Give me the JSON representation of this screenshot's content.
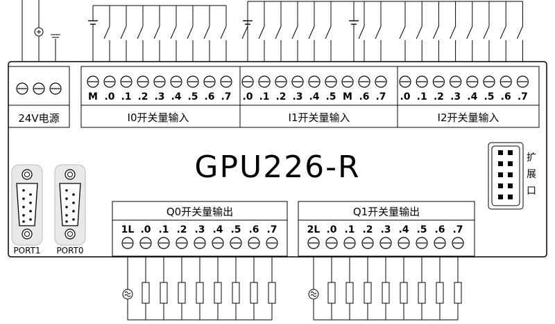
{
  "device": {
    "model": "GPU226-R"
  },
  "power": {
    "label": "24V电源",
    "terminals": 3
  },
  "input_groups": [
    {
      "name": "I0开关量输入",
      "terminals": [
        "M",
        ".0",
        ".1",
        ".2",
        ".3",
        ".4",
        ".5",
        ".6",
        ".7"
      ]
    },
    {
      "name": "I1开关量输入",
      "terminals": [
        ".0",
        ".1",
        ".2",
        ".3",
        ".4",
        ".5",
        "M",
        ".6",
        ".7"
      ]
    },
    {
      "name": "I2开关量输入",
      "terminals": [
        ".0",
        ".1",
        ".2",
        ".3",
        ".4",
        ".5",
        ".6",
        ".7"
      ]
    }
  ],
  "output_groups": [
    {
      "name": "Q0开关量输出",
      "terminals": [
        "1L",
        ".0",
        ".1",
        ".2",
        ".3",
        ".4",
        ".5",
        ".6",
        ".7"
      ]
    },
    {
      "name": "Q1开关量输出",
      "terminals": [
        "2L",
        ".0",
        ".1",
        ".2",
        ".3",
        ".4",
        ".5",
        ".6",
        ".7"
      ]
    }
  ],
  "ports": [
    {
      "label": "PORT1"
    },
    {
      "label": "PORT0"
    }
  ],
  "expansion": {
    "label_chars": [
      "扩",
      "展",
      "口"
    ]
  }
}
